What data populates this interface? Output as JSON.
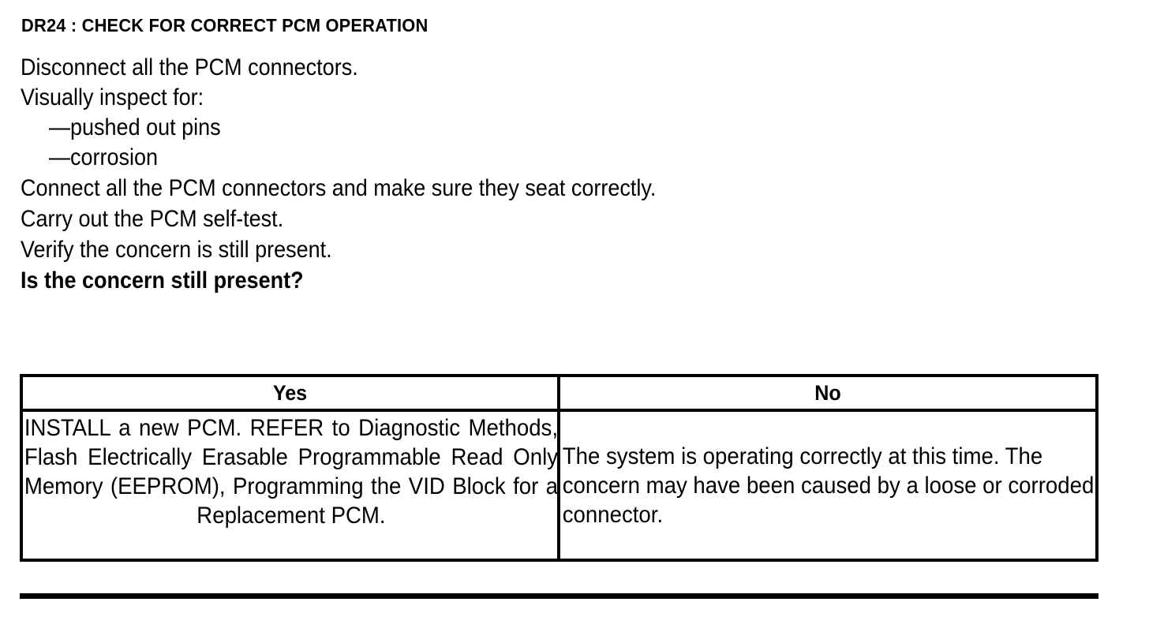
{
  "document": {
    "step_title": "DR24 : CHECK FOR CORRECT PCM OPERATION",
    "instructions": [
      {
        "text": "Disconnect all the PCM connectors.",
        "style": "normal"
      },
      {
        "text": "Visually inspect for:",
        "style": "normal"
      },
      {
        "text": "—pushed out pins",
        "style": "indent"
      },
      {
        "text": "—corrosion",
        "style": "indent"
      },
      {
        "text": "Connect all the PCM connectors and make sure they seat correctly.",
        "style": "normal"
      },
      {
        "text": "Carry out the PCM self-test.",
        "style": "normal"
      },
      {
        "text": "Verify the concern is still present.",
        "style": "normal"
      },
      {
        "text": "Is the concern still present?",
        "style": "bold"
      }
    ],
    "decision_table": {
      "headers": [
        "Yes",
        "No"
      ],
      "cells": [
        "INSTALL a new PCM. REFER to Diagnostic Methods, Flash Electrically Erasable Programmable Read Only Memory (EEPROM), Programming the VID Block for a Replacement PCM.",
        "The system is operating correctly at this time. The concern may have been caused by a loose or corroded connector."
      ]
    },
    "colors": {
      "ink": "#000000",
      "paper": "#ffffff"
    }
  }
}
